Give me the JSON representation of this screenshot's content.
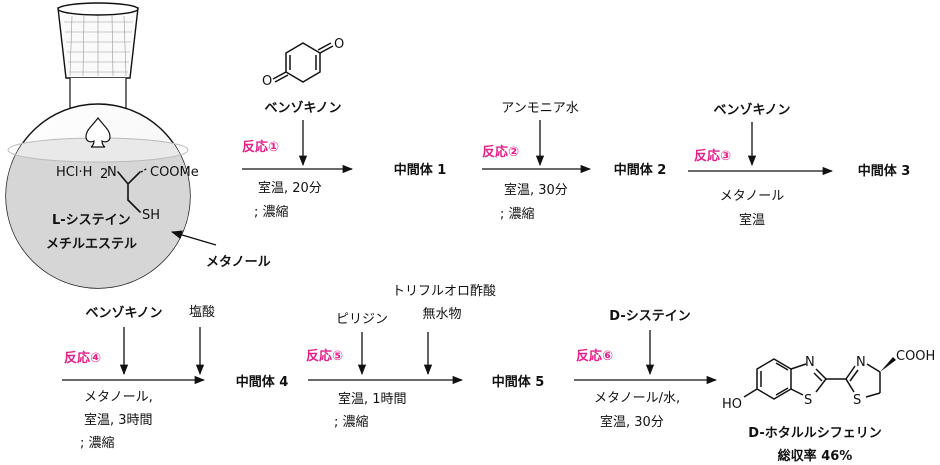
{
  "flask": {
    "salt_prefix": "HCl·H",
    "amine_n": "N",
    "ester": "COOMe",
    "thiol": "SH",
    "name_line1": "L-システイン",
    "name_line2": "メチルエステル",
    "solvent": "メタノール"
  },
  "row1": {
    "benzoquinone_o_left": "O",
    "benzoquinone_o_right": "O",
    "reagent1": "ベンゾキノン",
    "reaction1": "反応①",
    "cond1_line1": "室温, 20分",
    "cond1_line2": "; 濃縮",
    "intermediate1": "中間体 1",
    "reagent2": "アンモニア水",
    "reaction2": "反応②",
    "cond2_line1": "室温, 30分",
    "cond2_line2": "; 濃縮",
    "intermediate2": "中間体 2",
    "reagent3": "ベンゾキノン",
    "reaction3": "反応③",
    "cond3_line1": "メタノール",
    "cond3_line2": "室温",
    "intermediate3": "中間体 3"
  },
  "row2": {
    "reagent4a": "ベンゾキノン",
    "reagent4b": "塩酸",
    "reaction4": "反応④",
    "cond4_line1": "メタノール,",
    "cond4_line2": "室温, 3時間",
    "cond4_line3": "; 濃縮",
    "intermediate4": "中間体 4",
    "reagent5_top": "トリフルオロ酢酸",
    "reagent5a": "ピリジン",
    "reagent5b": "無水物",
    "reaction5": "反応⑤",
    "cond5_line1": "室温, 1時間",
    "cond5_line2": "; 濃縮",
    "intermediate5": "中間体 5",
    "reagent6": "D-システイン",
    "reaction6": "反応⑥",
    "cond6_line1": "メタノール/水,",
    "cond6_line2": "室温, 30分"
  },
  "product": {
    "ho": "HO",
    "n1": "N",
    "s1": "S",
    "n2": "N",
    "s2": "S",
    "cooh": "COOH",
    "name": "D-ホタルルシフェリン",
    "yield": "総収率 46%"
  },
  "colors": {
    "reaction_label": "#e0218a",
    "ink": "#111111",
    "solution": "#d6d6d6"
  }
}
